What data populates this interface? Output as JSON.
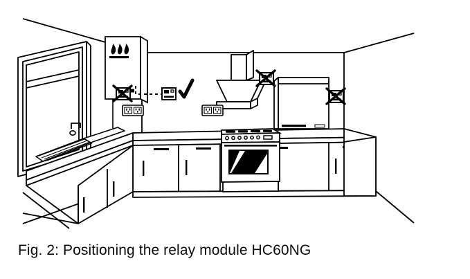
{
  "figure": {
    "caption": "Fig. 2: Positioning the relay module HC60NG",
    "label": "Fig. 2",
    "background_color": "#ffffff",
    "line_color": "#000000",
    "diagram_type": "line-drawing",
    "scene": "kitchen interior, one-point perspective"
  },
  "diagram": {
    "title_alt": "Kitchen showing approved and forbidden mounting positions for the relay module",
    "room": {
      "name": "kitchen",
      "walls": [
        "left wall with window",
        "back wall",
        "right wall"
      ],
      "ceiling_visible": true,
      "floor_visible": true
    },
    "appliances": [
      {
        "name": "wall-mounted gas boiler",
        "flame_symbol_count": 3,
        "has_control_panel": true,
        "control_dots": 2,
        "control_display": 1
      },
      {
        "name": "window",
        "wall": "left",
        "panes": 2
      },
      {
        "name": "sink with draining board",
        "taps": 1,
        "drainer_grooves": 7
      },
      {
        "name": "extractor hood",
        "wall": "back",
        "above": "hob"
      },
      {
        "name": "hob",
        "burners": 4
      },
      {
        "name": "oven",
        "control_knobs": 6,
        "has_display": true,
        "door_glass": "black with diagonal reflections"
      },
      {
        "name": "fridge freezer",
        "doors": 2
      },
      {
        "name": "base cabinets",
        "count": 7
      },
      {
        "name": "wall sockets",
        "count": 2,
        "type": "double socket"
      }
    ],
    "relay_positions": [
      {
        "id": "pos-boiler-adjacent",
        "marker": "cross",
        "status": "not allowed",
        "note": "directly beside the boiler"
      },
      {
        "id": "pos-approved",
        "marker": "check",
        "status": "allowed",
        "note": "on the wall away from heat sources, linked by dashed run from the boiler"
      },
      {
        "id": "pos-extractor-hood",
        "marker": "cross",
        "status": "not allowed",
        "note": "next to the extractor hood"
      },
      {
        "id": "pos-right-wall",
        "marker": "cross",
        "status": "not allowed",
        "note": "beside the fridge freezer on the right wall"
      }
    ],
    "connection": {
      "style": "dashed",
      "from": "boiler",
      "to": "approved relay position"
    },
    "markers": {
      "cross_symbol": "X",
      "check_symbol": "checkmark",
      "relay_icon": "relay-module-icon"
    }
  }
}
